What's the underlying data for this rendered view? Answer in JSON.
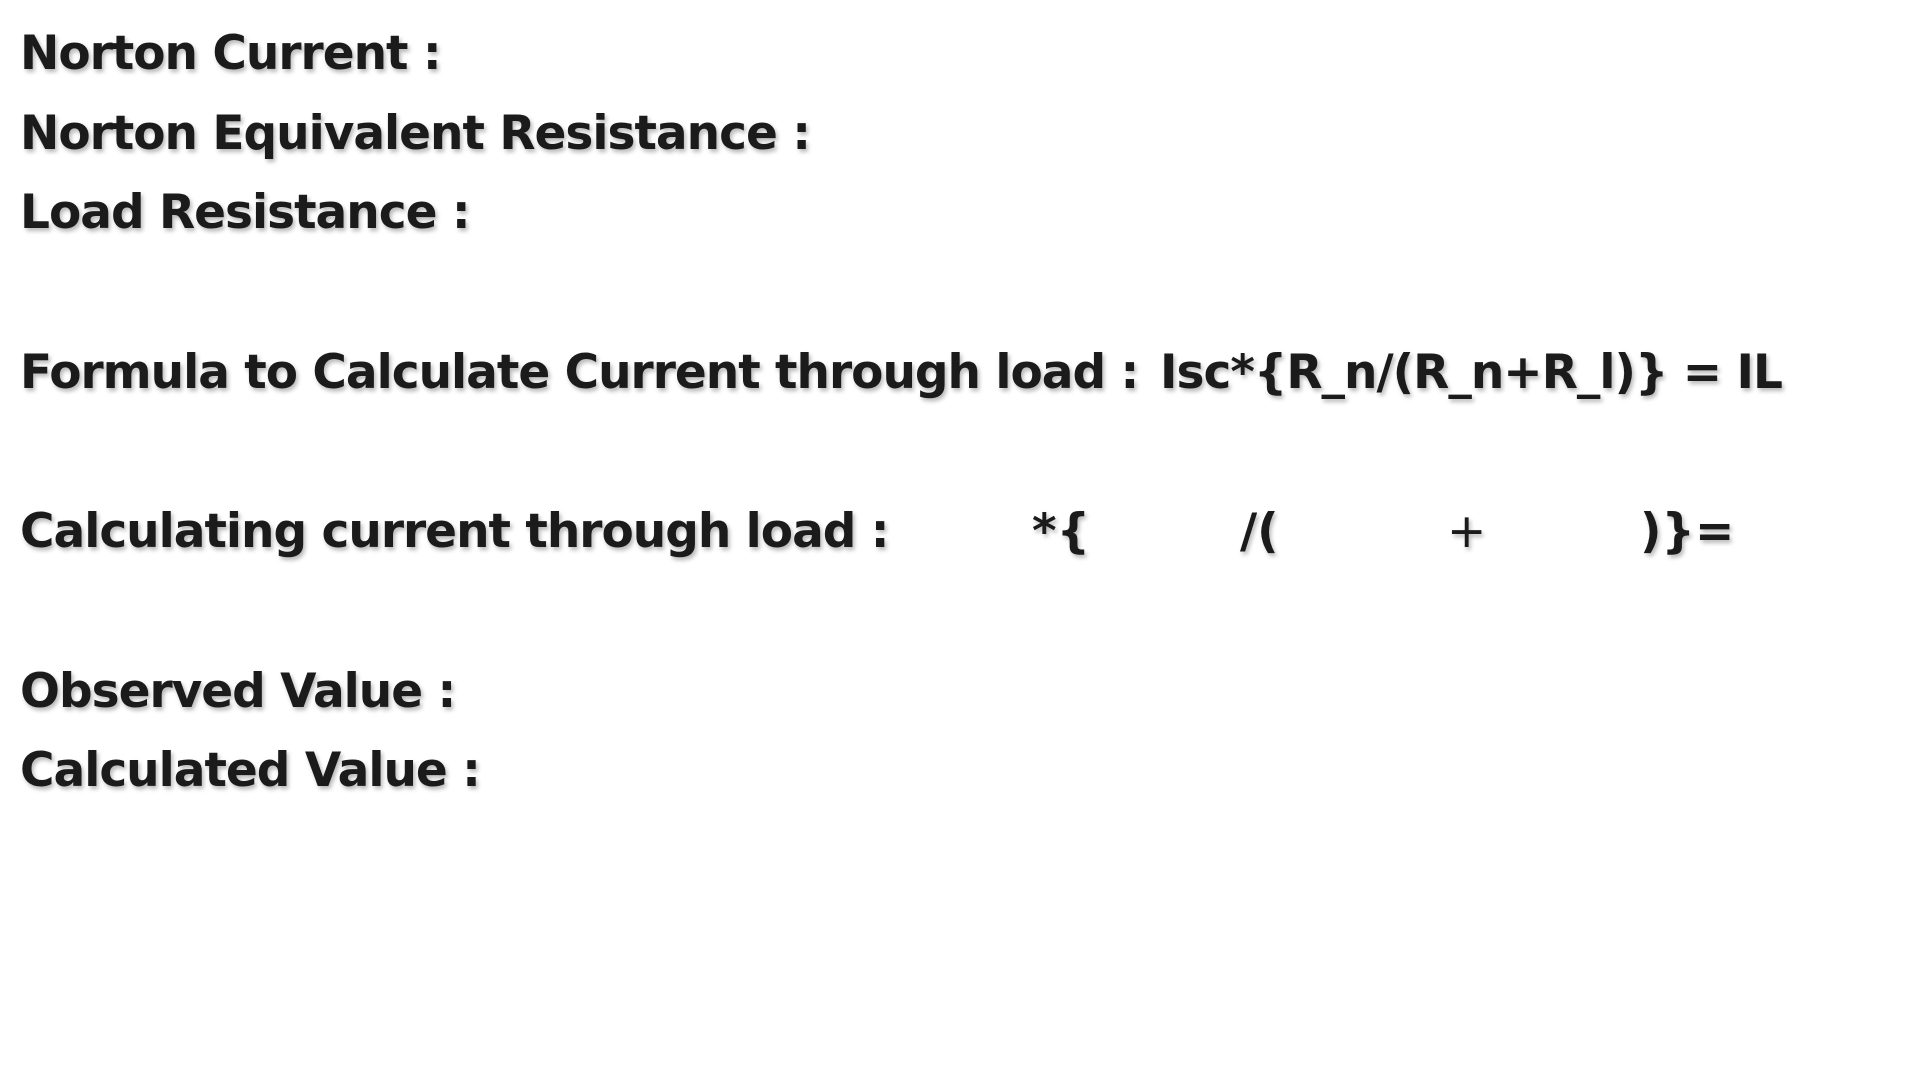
{
  "labels": {
    "norton_current": "Norton Current :",
    "norton_resistance": "Norton Equivalent Resistance :",
    "load_resistance": "Load Resistance :",
    "formula_label": "Formula to Calculate Current through load :",
    "calc_label": "Calculating current through load :",
    "observed": "Observed Value :",
    "calculated": "Calculated Value :"
  },
  "formula": {
    "expression": "Isc*{R_n/(R_n+R_l)} = IL"
  },
  "calculation": {
    "mult_brace": "*{",
    "div_paren": "/(",
    "plus": "+",
    "close_equals": ")}="
  }
}
